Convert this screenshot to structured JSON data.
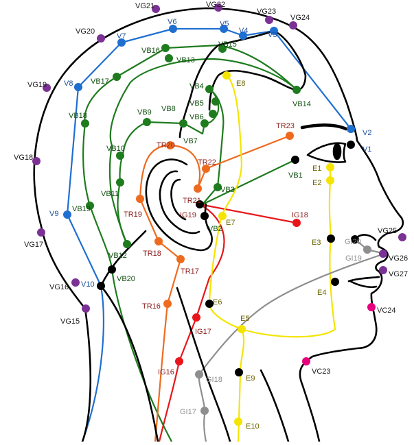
{
  "colors": {
    "outline": "#000000",
    "VG": "#7b3294",
    "V": "#1f6fd1",
    "VB": "#1e7b1e",
    "TR": "#ee6a1e",
    "IG": "#e8161b",
    "E": "#f5e400",
    "GI": "#8e8e8e",
    "VC": "#e6007e",
    "black_point": "#000000"
  },
  "label_colors": {
    "VG": "#1a1a1a",
    "V": "#1b4f9c",
    "VB": "#0f4f0f",
    "TR": "#8b1a1a",
    "IG": "#8b1a1a",
    "E": "#6b6400",
    "GI": "#8e8e8e",
    "VC": "#1a1a1a"
  },
  "points": [
    {
      "id": "VG21",
      "label": "VG21",
      "group": "VG"
    },
    {
      "id": "VG22",
      "label": "VG22",
      "group": "VG"
    },
    {
      "id": "VG23",
      "label": "VG23",
      "group": "VG"
    },
    {
      "id": "VG24",
      "label": "VG24",
      "group": "VG"
    },
    {
      "id": "VG20",
      "label": "VG20",
      "group": "VG"
    },
    {
      "id": "VG19",
      "label": "VG19",
      "group": "VG"
    },
    {
      "id": "VG18",
      "label": "VG18",
      "group": "VG"
    },
    {
      "id": "VG17",
      "label": "VG17",
      "group": "VG"
    },
    {
      "id": "VG16",
      "label": "VG16",
      "group": "VG"
    },
    {
      "id": "VG15",
      "label": "VG15",
      "group": "VG"
    },
    {
      "id": "VG25",
      "label": "VG25",
      "group": "VG"
    },
    {
      "id": "VG26",
      "label": "VG26",
      "group": "VG"
    },
    {
      "id": "VG27",
      "label": "VG27",
      "group": "VG"
    },
    {
      "id": "V1",
      "label": "V1",
      "group": "black"
    },
    {
      "id": "V2",
      "label": "V2",
      "group": "V"
    },
    {
      "id": "V3",
      "label": "V3",
      "group": "V"
    },
    {
      "id": "V4",
      "label": "V4",
      "group": "V"
    },
    {
      "id": "V5",
      "label": "V5",
      "group": "V"
    },
    {
      "id": "V6",
      "label": "V6",
      "group": "V"
    },
    {
      "id": "V7",
      "label": "V7",
      "group": "V"
    },
    {
      "id": "V8",
      "label": "V8",
      "group": "V"
    },
    {
      "id": "V9",
      "label": "V9",
      "group": "V"
    },
    {
      "id": "V10",
      "label": "V10",
      "group": "black"
    },
    {
      "id": "VB1",
      "label": "VB1",
      "group": "black"
    },
    {
      "id": "VB2",
      "label": "VB2",
      "group": "black"
    },
    {
      "id": "VB3",
      "label": "VB3",
      "group": "VB"
    },
    {
      "id": "VB4",
      "label": "VB4",
      "group": "VB"
    },
    {
      "id": "VB5",
      "label": "VB5",
      "group": "VB"
    },
    {
      "id": "VB6",
      "label": "VB6",
      "group": "VB"
    },
    {
      "id": "VB7",
      "label": "VB7",
      "group": "VB"
    },
    {
      "id": "VB8",
      "label": "VB8",
      "group": "VB"
    },
    {
      "id": "VB9",
      "label": "VB9",
      "group": "VB"
    },
    {
      "id": "VB10",
      "label": "VB10",
      "group": "VB"
    },
    {
      "id": "VB11",
      "label": "VB11",
      "group": "VB"
    },
    {
      "id": "VB12",
      "label": "VB12",
      "group": "VB"
    },
    {
      "id": "VB13",
      "label": "VB13",
      "group": "VB"
    },
    {
      "id": "VB14",
      "label": "VB14",
      "group": "VB"
    },
    {
      "id": "VB15",
      "label": "VB15",
      "group": "VB"
    },
    {
      "id": "VB16",
      "label": "VB16",
      "group": "VB"
    },
    {
      "id": "VB17",
      "label": "VB17",
      "group": "VB"
    },
    {
      "id": "VB18",
      "label": "VB18",
      "group": "VB"
    },
    {
      "id": "VB19",
      "label": "VB19",
      "group": "VB"
    },
    {
      "id": "VB20",
      "label": "VB20",
      "group": "black"
    },
    {
      "id": "TR16",
      "label": "TR16",
      "group": "TR"
    },
    {
      "id": "TR17",
      "label": "TR17",
      "group": "TR"
    },
    {
      "id": "TR18",
      "label": "TR18",
      "group": "TR"
    },
    {
      "id": "TR19",
      "label": "TR19",
      "group": "TR"
    },
    {
      "id": "TR20",
      "label": "TR20",
      "group": "TR"
    },
    {
      "id": "TR21",
      "label": "TR21",
      "group": "TR"
    },
    {
      "id": "TR22",
      "label": "TR22",
      "group": "TR"
    },
    {
      "id": "TR23",
      "label": "TR23",
      "group": "TR"
    },
    {
      "id": "IG16",
      "label": "IG16",
      "group": "IG"
    },
    {
      "id": "IG17",
      "label": "IG17",
      "group": "IG"
    },
    {
      "id": "IG18",
      "label": "IG18",
      "group": "IG"
    },
    {
      "id": "IG19",
      "label": "IG19",
      "group": "black"
    },
    {
      "id": "E1",
      "label": "E1",
      "group": "E"
    },
    {
      "id": "E2",
      "label": "E2",
      "group": "E"
    },
    {
      "id": "E3",
      "label": "E3",
      "group": "black"
    },
    {
      "id": "E4",
      "label": "E4",
      "group": "black"
    },
    {
      "id": "E5",
      "label": "E5",
      "group": "E"
    },
    {
      "id": "E6",
      "label": "E6",
      "group": "black"
    },
    {
      "id": "E7",
      "label": "E7",
      "group": "E"
    },
    {
      "id": "E8",
      "label": "E8",
      "group": "E"
    },
    {
      "id": "E9",
      "label": "E9",
      "group": "black"
    },
    {
      "id": "E10",
      "label": "E10",
      "group": "E"
    },
    {
      "id": "GI17",
      "label": "GI17",
      "group": "GI"
    },
    {
      "id": "GI18",
      "label": "GI18",
      "group": "GI"
    },
    {
      "id": "GI19",
      "label": "GI19",
      "group": "GI"
    },
    {
      "id": "GI20",
      "label": "GI20",
      "group": "black"
    },
    {
      "id": "VC23",
      "label": "VC23",
      "group": "VC"
    },
    {
      "id": "VC24",
      "label": "VC24",
      "group": "VC"
    }
  ]
}
